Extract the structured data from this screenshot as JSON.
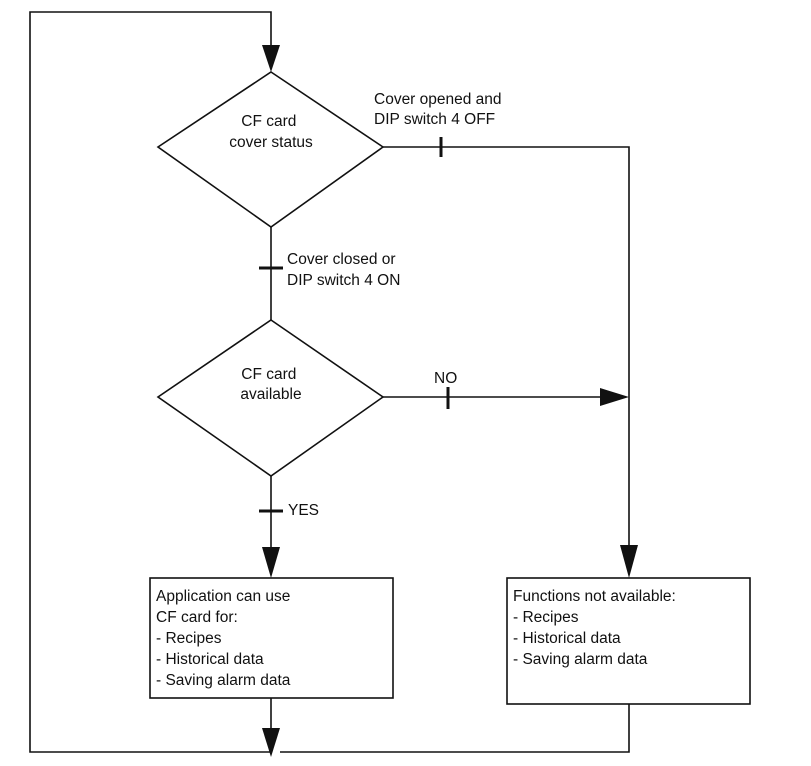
{
  "decision_cover": {
    "lines": [
      "CF card",
      "cover status"
    ]
  },
  "decision_available": {
    "lines": [
      "CF card",
      "available"
    ]
  },
  "label_cover_opened": {
    "lines": [
      "Cover opened and",
      "DIP switch 4 OFF"
    ]
  },
  "label_cover_closed": {
    "lines": [
      "Cover closed or",
      "DIP switch 4 ON"
    ]
  },
  "label_no": "NO",
  "label_yes": "YES",
  "box_application": {
    "lines": [
      "Application can use",
      "CF card for:",
      "- Recipes",
      "- Historical data",
      "- Saving alarm data"
    ]
  },
  "box_not_available": {
    "lines": [
      "Functions not available:",
      "- Recipes",
      "- Historical data",
      "- Saving alarm data"
    ]
  }
}
